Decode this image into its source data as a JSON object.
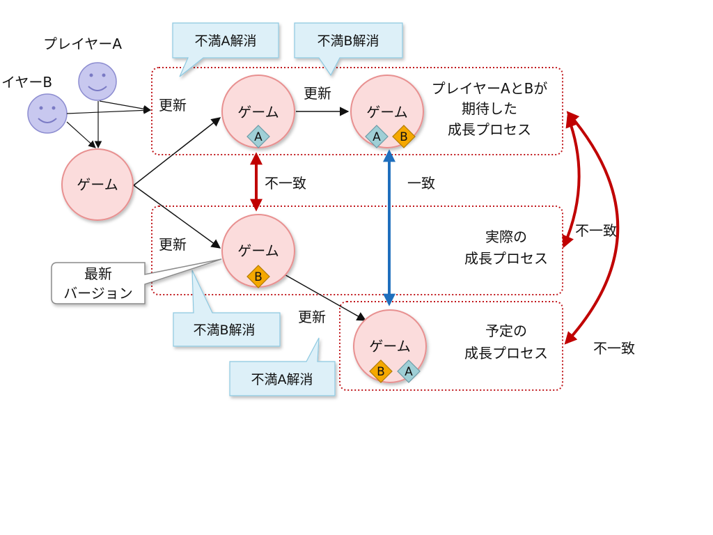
{
  "players": {
    "a": "プレイヤーA",
    "b": "イヤーB"
  },
  "node_label": "ゲーム",
  "update_label": "更新",
  "bubbles": {
    "top_a": "不満A解消",
    "top_b": "不満B解消",
    "mid_b": "不満B解消",
    "bottom_a": "不満A解消"
  },
  "latest_version": [
    "最新",
    "バージョン"
  ],
  "badges": {
    "a": "A",
    "b": "B"
  },
  "relations": {
    "mismatch": "不一致",
    "match": "一致"
  },
  "processes": {
    "expected": [
      "プレイヤーAとBが",
      "期待した",
      "成長プロセス"
    ],
    "actual": [
      "実際の",
      "成長プロセス"
    ],
    "planned": [
      "予定の",
      "成長プロセス"
    ]
  },
  "colors": {
    "node_fill": "#fbdcdc",
    "node_stroke": "#e89090",
    "frame": "#c0161b",
    "bubble_fill": "#ddf0f8",
    "mismatch": "#c00000",
    "match": "#1f6fbd",
    "badge_a": "#9fcfd6",
    "badge_b": "#f5a800",
    "face": "#c8c8ef"
  }
}
